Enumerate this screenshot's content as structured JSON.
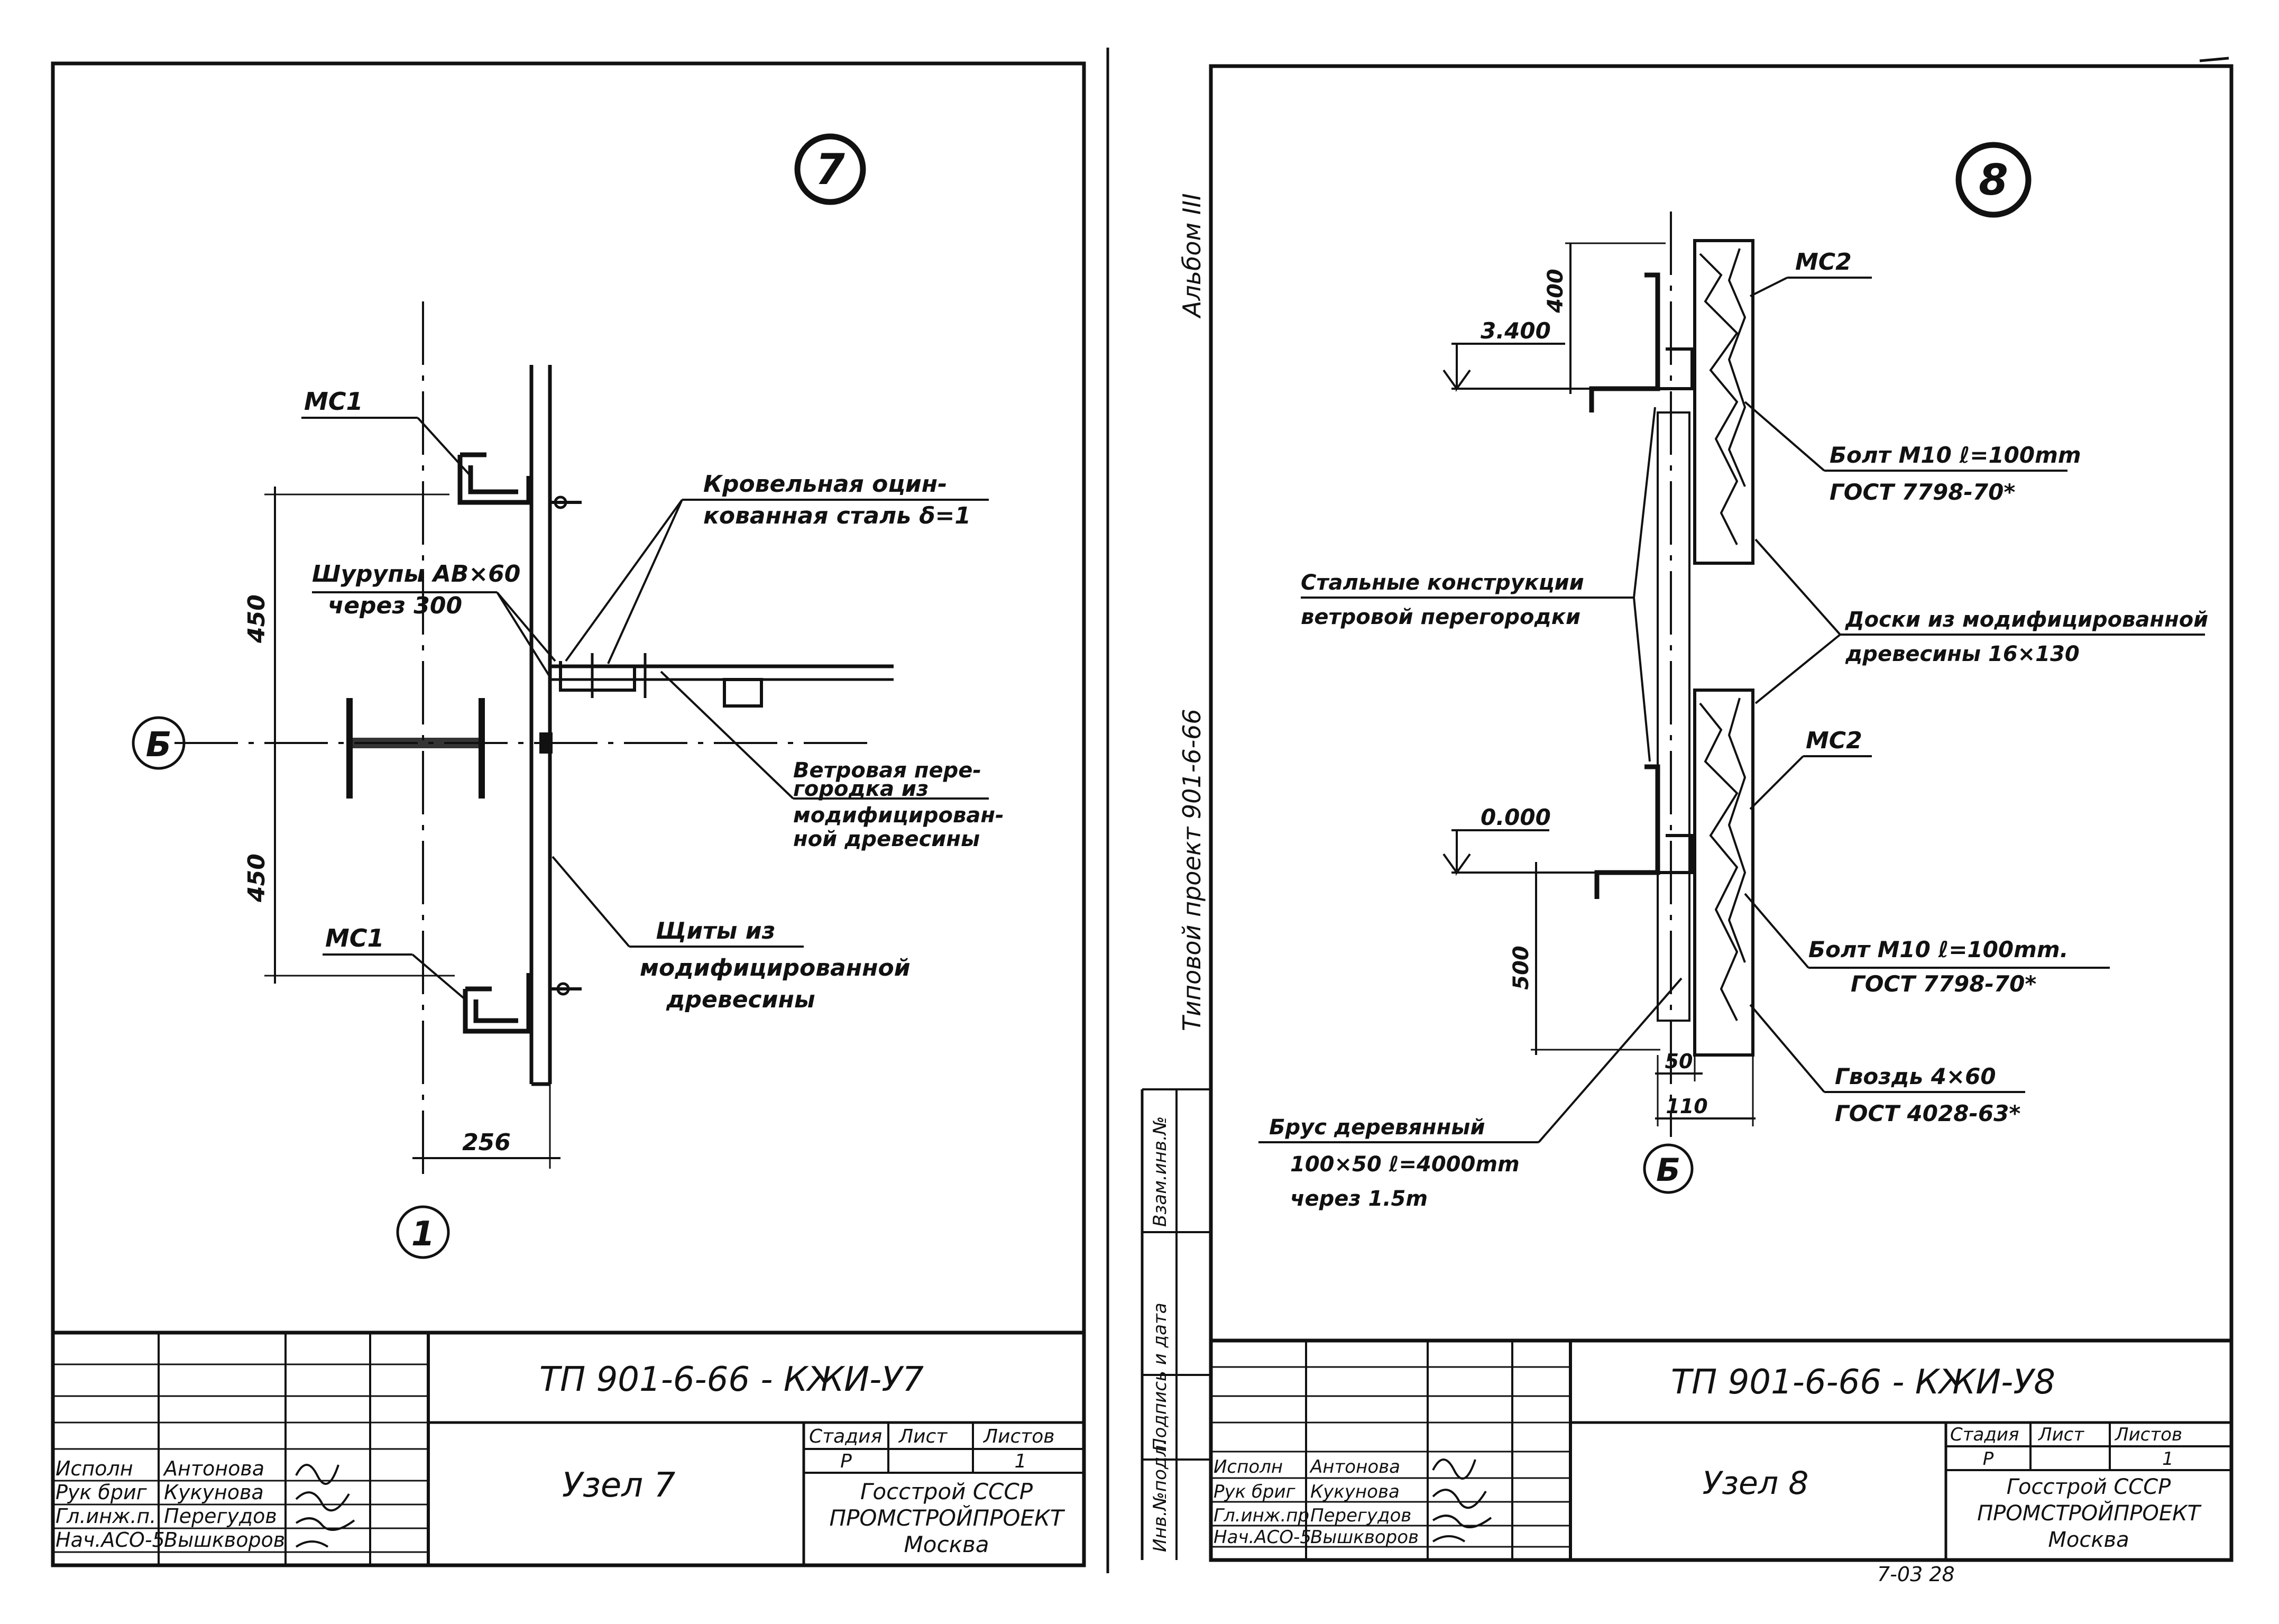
{
  "sheet7": {
    "node_number": "7",
    "labels": {
      "mc1_top": "МС1",
      "mc1_bottom": "МС1",
      "roof_line1": "Кровельная оцин-",
      "roof_line2": "кованная сталь δ=1",
      "screws_line1": "Шурупы АВ×60",
      "screws_line2": "через 300",
      "wind_line1": "Ветровая пере-",
      "wind_line2": "городка из",
      "wind_line3": "модифицирован-",
      "wind_line4": "ной древесины",
      "shields_line1": "Щиты из",
      "shields_line2": "модифицированной",
      "shields_line3": "древесины",
      "axis_b": "Б",
      "axis_1": "1"
    },
    "dims": {
      "d450_top": "450",
      "d450_bottom": "450",
      "d256": "256"
    },
    "title_block": {
      "code": "ТП 901-6-66 -   КЖИ-У7",
      "name": "Узел 7",
      "stage_h": "Стадия",
      "sheet_h": "Лист",
      "sheets_h": "Листов",
      "stage": "Р",
      "sheet": "1",
      "org1": "Госстрой СССР",
      "org2": "ПРОМСТРОЙПРОЕКТ",
      "org3": "Москва",
      "roles": [
        "Исполн",
        "Рук бриг",
        "Гл.инж.п.",
        "Нач.АСО-5"
      ],
      "names": [
        "Антонова",
        "Кукунова",
        "Перегудов",
        "Вышкворов"
      ]
    }
  },
  "sheet8": {
    "node_number": "8",
    "labels": {
      "mc2_top": "МС2",
      "mc2_bottom": "МС2",
      "bolt1_line1": "Болт М10 ℓ=100mm",
      "bolt1_line2": "ГОСТ 7798-70*",
      "steel_line1": "Стальные конструкции",
      "steel_line2": "ветровой перегородки",
      "boards_line1": "Доски из модифицированной",
      "boards_line2": "древесины 16×130",
      "bolt2_line1": "Болт М10 ℓ=100mm.",
      "bolt2_line2": "ГОСТ 7798-70*",
      "nail_line1": "Гвоздь 4×60",
      "nail_line2": "ГОСТ 4028-63*",
      "beam_line1": "Брус деревянный",
      "beam_line2": "100×50 ℓ=4000mm",
      "beam_line3": "через 1.5m",
      "axis_b": "Б",
      "elev_top": "3.400",
      "elev_bottom": "0.000"
    },
    "dims": {
      "d400": "400",
      "d500": "500",
      "d50": "50",
      "d110": "110"
    },
    "title_block": {
      "code": "ТП 901-6-66 - КЖИ-У8",
      "name": "Узел 8",
      "stage_h": "Стадия",
      "sheet_h": "Лист",
      "sheets_h": "Листов",
      "stage": "Р",
      "sheet": "1",
      "org1": "Госстрой СССР",
      "org2": "ПРОМСТРОЙПРОЕКТ",
      "org3": "Москва",
      "roles": [
        "Исполн",
        "Рук бриг",
        "Гл.инж.пр",
        "Нач.АСО-5"
      ],
      "names": [
        "Антонова",
        "Кукунова",
        "Перегудов",
        "Вышкворов"
      ]
    },
    "side": {
      "album": "Альбом III",
      "project": "Типовой   проект   901-6-66",
      "stamp_fields": [
        "Инв.№подл.",
        "Подпись и дата",
        "Взам.инв.№"
      ]
    },
    "footer_code": "7-03  28"
  }
}
